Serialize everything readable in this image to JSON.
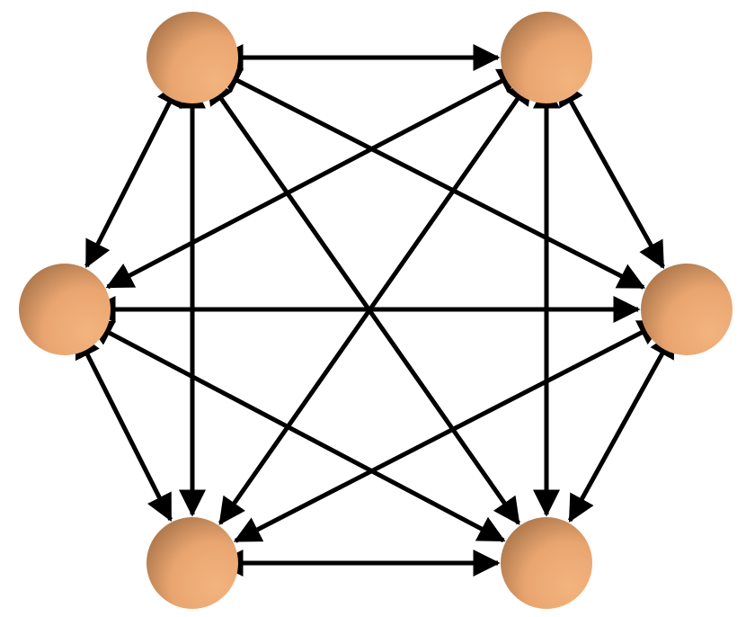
{
  "graph": {
    "kind": "complete-graph",
    "node_count": 6,
    "directed": "bidirectional",
    "nodes": [
      {
        "id": "n1",
        "label": ""
      },
      {
        "id": "n2",
        "label": ""
      },
      {
        "id": "n3",
        "label": ""
      },
      {
        "id": "n4",
        "label": ""
      },
      {
        "id": "n5",
        "label": ""
      },
      {
        "id": "n6",
        "label": ""
      }
    ],
    "edges": [
      [
        "n1",
        "n2"
      ],
      [
        "n1",
        "n3"
      ],
      [
        "n1",
        "n4"
      ],
      [
        "n1",
        "n5"
      ],
      [
        "n1",
        "n6"
      ],
      [
        "n2",
        "n3"
      ],
      [
        "n2",
        "n4"
      ],
      [
        "n2",
        "n5"
      ],
      [
        "n2",
        "n6"
      ],
      [
        "n3",
        "n4"
      ],
      [
        "n3",
        "n5"
      ],
      [
        "n3",
        "n6"
      ],
      [
        "n4",
        "n5"
      ],
      [
        "n4",
        "n6"
      ],
      [
        "n5",
        "n6"
      ]
    ]
  },
  "colors": {
    "node_light": "#f2b27c",
    "node_dark": "#b07a4e",
    "edge": "#000000",
    "background": "#ffffff"
  }
}
